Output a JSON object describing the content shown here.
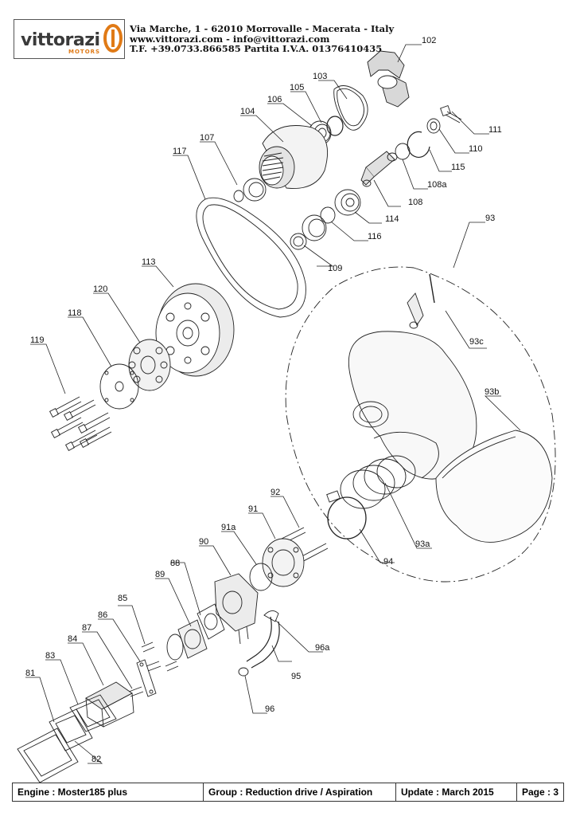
{
  "brand": {
    "name": "vittorazi",
    "sub": "MOTORS"
  },
  "header": {
    "line1": "Via Marche, 1 - 62010 Morrovalle - Macerata - Italy",
    "line2": "www.vittorazi.com - info@vittorazi.com",
    "line3": "T.F. +39.0733.866585  Partita I.V.A.  01376410435"
  },
  "parts": {
    "p102": "102",
    "p103": "103",
    "p104": "104",
    "p105": "105",
    "p106": "106",
    "p107": "107",
    "p108": "108",
    "p108a": "108a",
    "p109": "109",
    "p110": "110",
    "p111": "111",
    "p113": "113",
    "p114": "114",
    "p115": "115",
    "p116": "116",
    "p117": "117",
    "p118": "118",
    "p119": "119",
    "p120": "120",
    "p93": "93",
    "p93a": "93a",
    "p93b": "93b",
    "p93c": "93c",
    "p94": "94",
    "p92": "92",
    "p91": "91",
    "p91a": "91a",
    "p90": "90",
    "p89": "89",
    "p88": "88",
    "p87": "87",
    "p86": "86",
    "p85": "85",
    "p84": "84",
    "p83": "83",
    "p82": "82",
    "p81": "81",
    "p95": "95",
    "p96": "96",
    "p96a": "96a"
  },
  "footer": {
    "engine": "Engine : Moster185 plus",
    "group": "Group : Reduction drive / Aspiration",
    "update": "Update : March 2015",
    "page": "Page : 3"
  }
}
